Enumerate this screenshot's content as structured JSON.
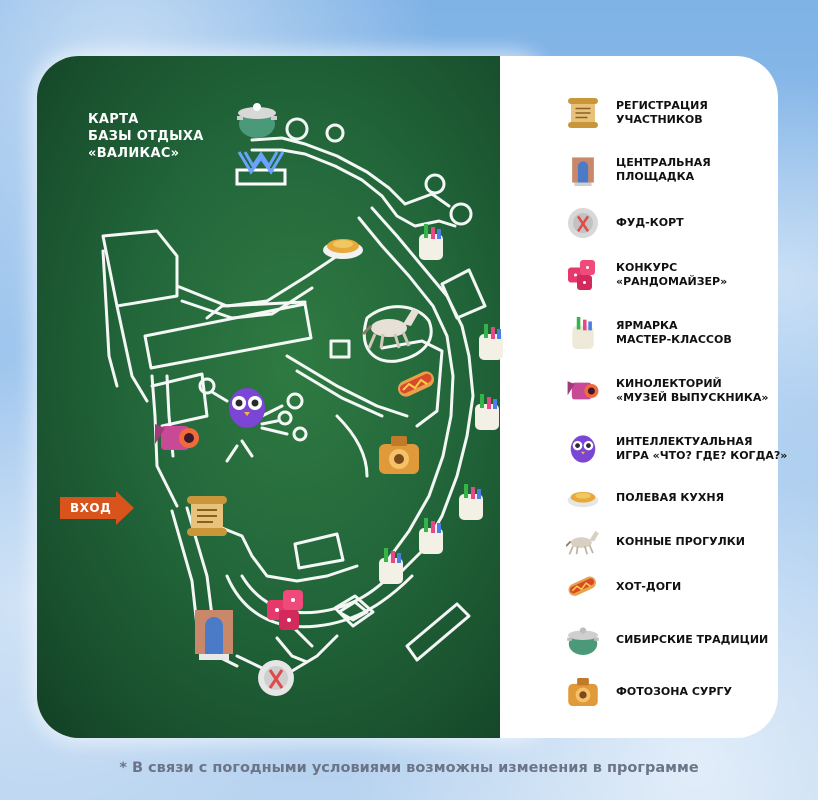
{
  "map": {
    "title_lines": [
      "КАРТА",
      "БАЗЫ ОТДЫХА",
      "«ВАЛИКАС»"
    ],
    "entrance_label": "ВХОД"
  },
  "legend": {
    "items": [
      {
        "icon": "scroll-icon",
        "label": "РЕГИСТРАЦИЯ\nУЧАСТНИКОВ"
      },
      {
        "icon": "stage-door-icon",
        "label": "ЦЕНТРАЛЬНАЯ\nПЛОЩАДКА"
      },
      {
        "icon": "food-plate-icon",
        "label": "ФУД-КОРТ"
      },
      {
        "icon": "dice-icon",
        "label": "КОНКУРС\n«РАНДОМАЙЗЕР»"
      },
      {
        "icon": "craft-cup-icon",
        "label": "ЯРМАРКА\nМАСТЕР-КЛАССОВ"
      },
      {
        "icon": "projector-icon",
        "label": "КИНОЛЕКТОРИЙ\n«МУЗЕЙ ВЫПУСКНИКА»"
      },
      {
        "icon": "owl-icon",
        "label": "ИНТЕЛЛЕКТУАЛЬНАЯ\nИГРА «ЧТО? ГДЕ? КОГДА?»"
      },
      {
        "icon": "field-kitchen-icon",
        "label": "ПОЛЕВАЯ КУХНЯ"
      },
      {
        "icon": "horse-icon",
        "label": "КОННЫЕ ПРОГУЛКИ"
      },
      {
        "icon": "hot-dog-icon",
        "label": "ХОТ-ДОГИ"
      },
      {
        "icon": "cooking-pot-icon",
        "label": "СИБИРСКИЕ ТРАДИЦИИ"
      },
      {
        "icon": "camera-icon",
        "label": "ФОТОЗОНА СУРГУ"
      }
    ]
  },
  "footnote": "* В связи с погодными условиями возможны изменения в программе",
  "colors": {
    "forest": "#22663a",
    "path": "#ffffff",
    "legend_bg": "#ffffff",
    "entrance": "#d9531c"
  }
}
